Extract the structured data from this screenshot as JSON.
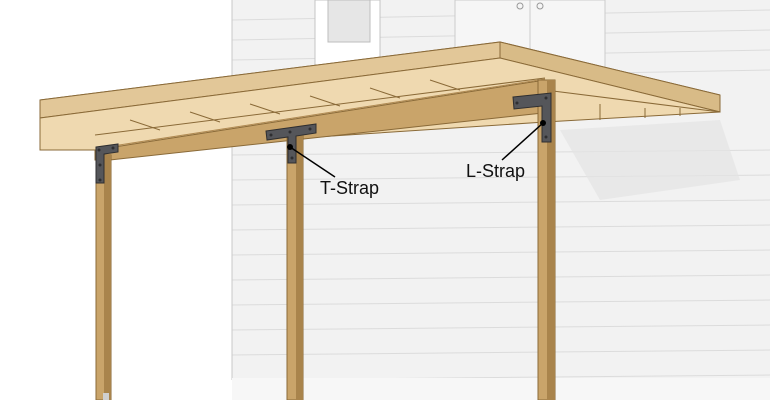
{
  "diagram": {
    "subject": "Deck with posts, beam and strap connectors against house wall",
    "colors": {
      "wood_light": "#e8cfa3",
      "wood_mid": "#d4b483",
      "wood_dark": "#b8945c",
      "wood_edge": "#8a6a38",
      "strap": "#55565a",
      "siding": "#f0f0f0",
      "siding_line": "#d8d8d8"
    },
    "labels": [
      {
        "id": "t-strap",
        "text": "T-Strap"
      },
      {
        "id": "l-strap",
        "text": "L-Strap"
      }
    ]
  }
}
